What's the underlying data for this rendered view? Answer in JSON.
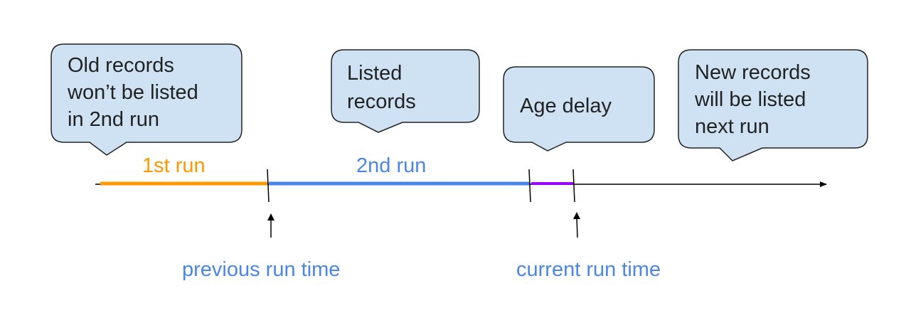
{
  "callouts": {
    "old_records": {
      "lines": [
        "Old records",
        "won’t be listed",
        "in 2nd run"
      ]
    },
    "listed_records": {
      "lines": [
        "Listed",
        "records"
      ]
    },
    "age_delay": {
      "lines": [
        "Age delay"
      ]
    },
    "new_records": {
      "lines": [
        "New records",
        "will be listed",
        "next run"
      ]
    }
  },
  "segments": {
    "first_run": {
      "label": "1st run",
      "color": "#ff9900"
    },
    "second_run": {
      "label": "2nd run",
      "color": "#4a86e8"
    },
    "age_delay": {
      "color": "#9900ff"
    }
  },
  "markers": {
    "previous_run_time": {
      "label": "previous run time",
      "color": "#4a86e8"
    },
    "current_run_time": {
      "label": "current run time",
      "color": "#4a86e8"
    }
  },
  "colors": {
    "callout_fill": "#cfe2f3",
    "callout_stroke": "#222222",
    "timeline": "#000000"
  }
}
